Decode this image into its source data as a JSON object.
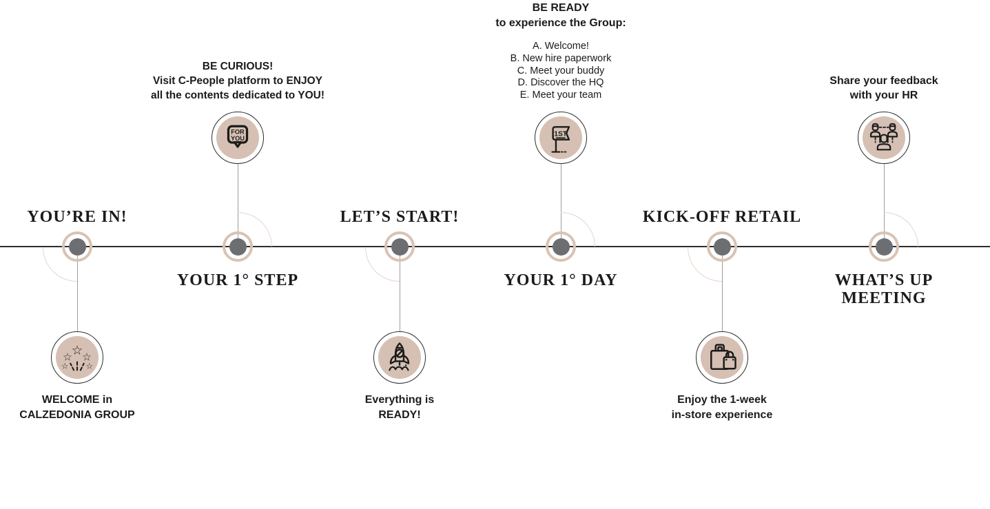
{
  "colors": {
    "accent_beige": "#d5c0b3",
    "ring_beige": "#d9c3b3",
    "arc_beige": "#e7d5c9",
    "dot_gray": "#6d6e71",
    "timeline_dark": "#2c2c2c",
    "connector_gray": "#9c9c9c",
    "text_dark": "#1b1b1b"
  },
  "milestones": [
    {
      "title": "YOU’RE IN!",
      "icon": "fireworks-icon",
      "caption": [
        "WELCOME in",
        "CALZEDONIA GROUP"
      ]
    },
    {
      "title": "YOUR 1° STEP",
      "icon": "for-you-message-icon",
      "icon_text": [
        "FOR",
        "YOU"
      ],
      "caption": [
        "BE CURIOUS!",
        "Visit C-People platform to ENJOY",
        "all the contents dedicated to YOU!"
      ]
    },
    {
      "title": "LET’S START!",
      "icon": "rocket-icon",
      "caption": [
        "Everything is",
        "READY!"
      ]
    },
    {
      "title": "YOUR 1° DAY",
      "icon": "first-day-flag-icon",
      "icon_text": [
        "1ST"
      ],
      "caption": [
        "BE READY",
        "to experience the Group:"
      ],
      "list": [
        "A. Welcome!",
        "B. New hire paperwork",
        "C. Meet your buddy",
        "D. Discover the HQ",
        "E. Meet your team"
      ]
    },
    {
      "title": "KICK-OFF RETAIL",
      "icon": "shopping-bags-icon",
      "caption": [
        "Enjoy the 1-week",
        "in-store experience"
      ]
    },
    {
      "title_lines": [
        "WHAT’S UP",
        "MEETING"
      ],
      "icon": "meeting-people-icon",
      "caption": [
        "Share your feedback",
        "with your HR"
      ]
    }
  ]
}
